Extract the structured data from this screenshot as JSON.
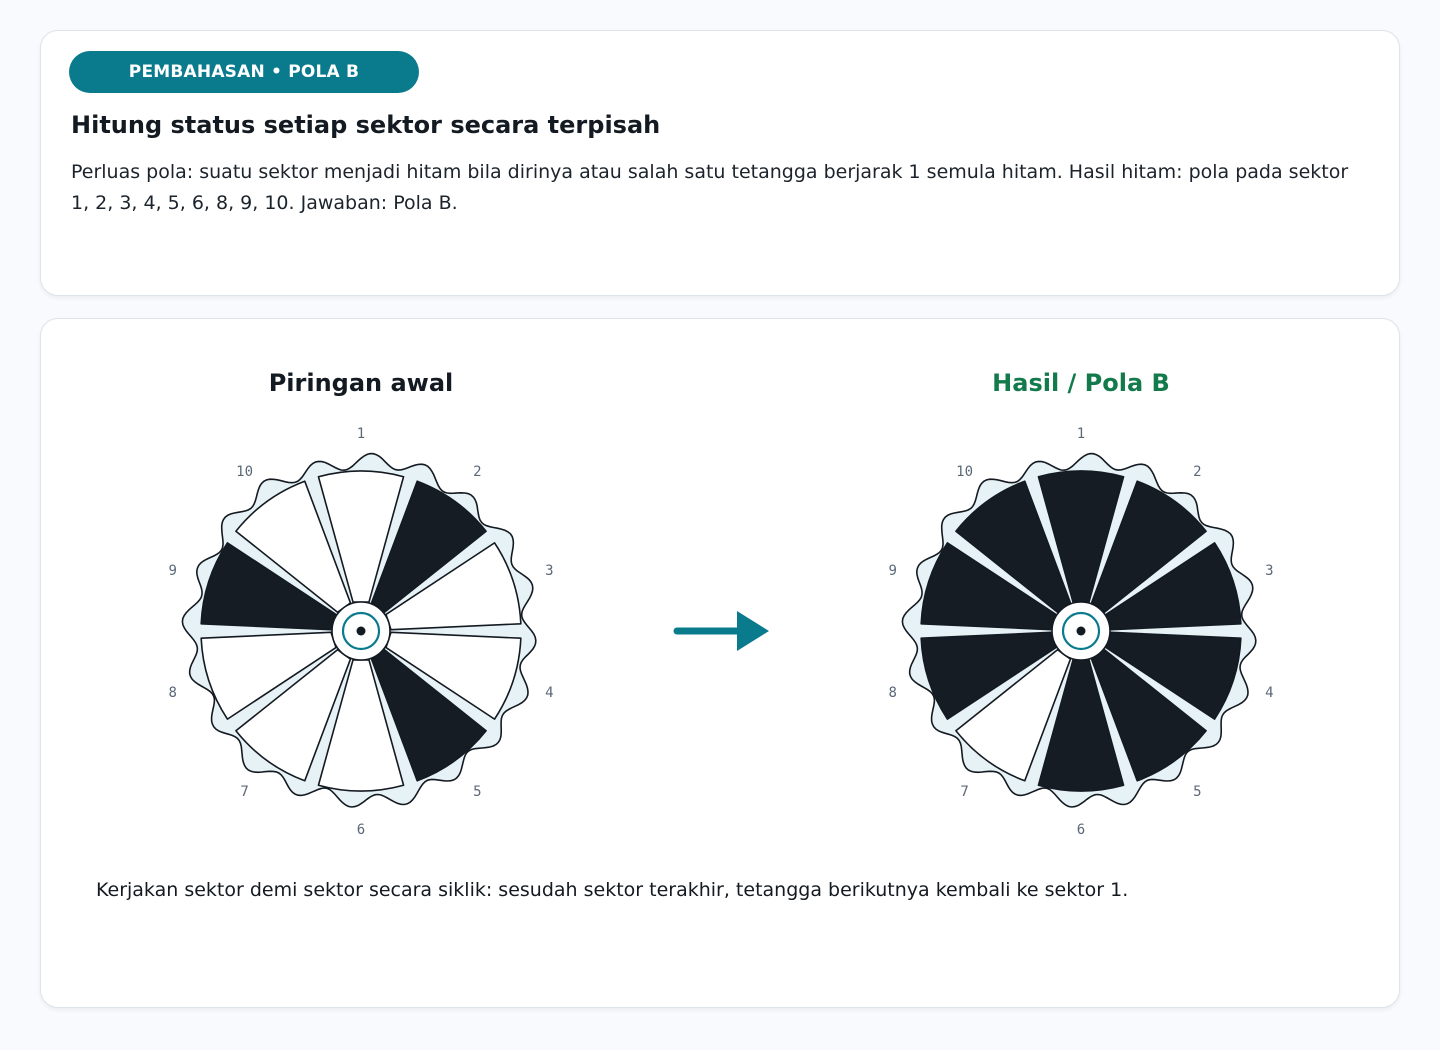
{
  "header": {
    "badge": "PEMBAHASAN • POLA B",
    "title": "Hitung status setiap sektor secara terpisah",
    "description": "Perluas pola: suatu sektor menjadi hitam bila dirinya atau salah satu tetangga berjarak 1 semula hitam. Hasil hitam: pola pada sektor 1, 2, 3, 4, 5, 6, 8, 9, 10. Jawaban: Pola B."
  },
  "diagram": {
    "sector_count": 10,
    "disks": [
      {
        "title": "Piringan awal",
        "title_color": "#141a21",
        "sector_labels": [
          "1",
          "2",
          "3",
          "4",
          "5",
          "6",
          "7",
          "8",
          "9",
          "10"
        ],
        "black_sectors": [
          2,
          5,
          9
        ]
      },
      {
        "title": "Hasil / Pola B",
        "title_color": "#137a4b",
        "sector_labels": [
          "1",
          "2",
          "3",
          "4",
          "5",
          "6",
          "7",
          "8",
          "9",
          "10"
        ],
        "black_sectors": [
          1,
          2,
          3,
          4,
          5,
          6,
          8,
          9,
          10
        ]
      }
    ],
    "arrow_icon": "right-arrow-icon",
    "colors": {
      "accent": "#0a7b8d",
      "black_fill": "#151c24",
      "white_fill": "#ffffff",
      "ring_fill": "#e6f2f6",
      "outline": "#141a21",
      "label": "#5b6878",
      "result_title": "#137a4b"
    }
  },
  "footer": {
    "note": "Kerjakan sektor demi sektor secara siklik: sesudah sektor terakhir, tetangga berikutnya kembali ke sektor 1."
  }
}
